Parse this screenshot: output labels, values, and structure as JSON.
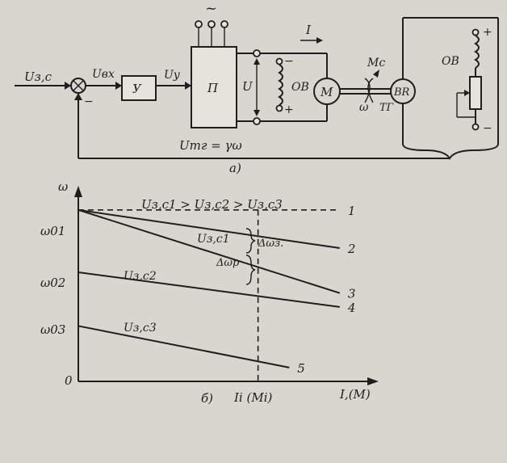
{
  "colors": {
    "paper": "#d9d6cf",
    "ink": "#1e1e1e"
  },
  "diagram_a": {
    "caption": "а)",
    "input_label": "Uз,с",
    "summing_minus": "−",
    "amp_input_label": "Uвх",
    "amplifier_label": "У",
    "amp_output_label": "Uу",
    "ac_symbol": "~",
    "converter_label": "П",
    "voltage_label": "U",
    "current_label": "I",
    "field_label_motor": "ОВ",
    "field_minus": "−",
    "field_plus": "+",
    "motor_label": "М",
    "torque_label": "Мс",
    "omega_label": "ω",
    "tachogen_label": "BR",
    "tachogen_caption": "ТГ",
    "field_label_tacho": "ОВ",
    "tacho_plus": "+",
    "tacho_minus": "−",
    "feedback_label": "Uтг = γω"
  },
  "chart_data": {
    "type": "line",
    "caption": "б)",
    "title": "Uз,с1 > Uз,с2 > Uз,с3",
    "ylabel": "ω",
    "xlabel": "I,(М)",
    "origin_label": "0",
    "ytick_labels": [
      "ω01",
      "ω02",
      "ω03"
    ],
    "xtick_label": "Ii (Мi)",
    "ylim": [
      0,
      1.12
    ],
    "xlim": [
      0,
      1.0
    ],
    "series": [
      {
        "name": "1",
        "style": "dashed",
        "x": [
          0,
          0.88
        ],
        "y": [
          0.99,
          0.99
        ]
      },
      {
        "name": "2",
        "style": "solid",
        "x": [
          0,
          0.88
        ],
        "y": [
          0.99,
          0.77
        ]
      },
      {
        "name": "3",
        "style": "solid",
        "x": [
          0,
          0.88
        ],
        "y": [
          0.99,
          0.51
        ]
      },
      {
        "name": "4",
        "style": "solid",
        "x": [
          0,
          0.88
        ],
        "y": [
          0.63,
          0.43
        ]
      },
      {
        "name": "5",
        "style": "solid",
        "x": [
          0,
          0.71
        ],
        "y": [
          0.32,
          0.08
        ]
      }
    ],
    "curve_labels": [
      "Uз,с1",
      "Uз,с2",
      "Uз,с3"
    ],
    "vertical_dashed_x": 0.605,
    "annotations": [
      "Δωз.",
      "Δωр"
    ]
  }
}
